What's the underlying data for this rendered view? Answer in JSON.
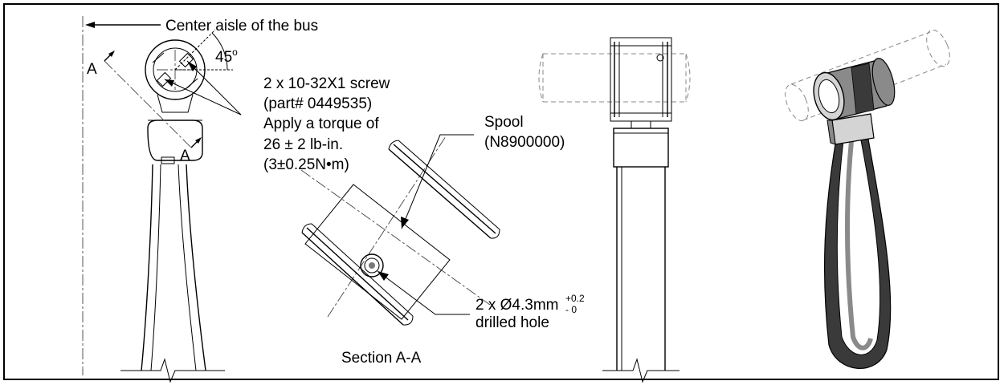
{
  "labels": {
    "center_aisle": "Center aisle of the bus",
    "angle": "45",
    "angle_unit": "o",
    "section_a_top": "A",
    "section_a_bottom": "A",
    "screw_line1": "2 x 10-32X1 screw",
    "screw_line2": "(part# 0449535)",
    "screw_line3": "Apply a torque of",
    "screw_line4": "26 ± 2 lb-in.",
    "screw_line5": "(3±0.25N•m)",
    "spool_line1": "Spool",
    "spool_line2": "(N8900000)",
    "hole_line1": "2 x Ø4.3mm",
    "hole_tol_plus": "+0.2",
    "hole_tol_minus": "- 0",
    "hole_line2": "drilled hole",
    "section_caption": "Section A-A"
  },
  "colors": {
    "line": "#000000",
    "shade_dark": "#3a3a3a",
    "shade_mid": "#8a8a8a",
    "shade_light": "#d4d4d4"
  }
}
